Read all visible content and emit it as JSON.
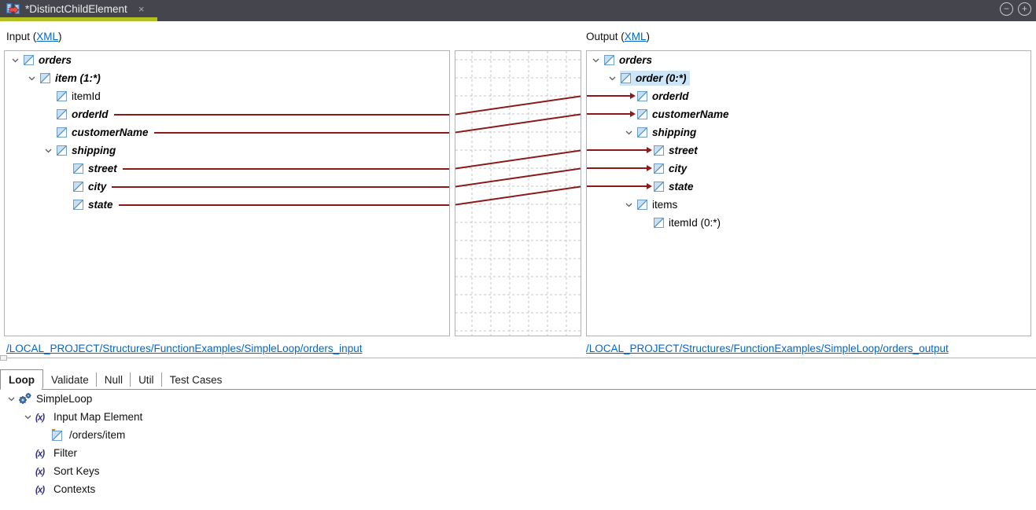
{
  "editor_tab": {
    "title": "*DistinctChildElement",
    "close": "×"
  },
  "window_controls": {
    "minimize": "−",
    "maximize": "+"
  },
  "input_header": {
    "prefix": "Input (",
    "link": "XML",
    "suffix": ")"
  },
  "output_header": {
    "prefix": "Output (",
    "link": "XML",
    "suffix": ")"
  },
  "input_schema_link": "/LOCAL_PROJECT/Structures/FunctionExamples/SimpleLoop/orders_input",
  "output_schema_link": "/LOCAL_PROJECT/Structures/FunctionExamples/SimpleLoop/orders_output",
  "input_tree": [
    {
      "label": "orders",
      "level": 0,
      "expanded": true,
      "bold": true,
      "icon": "element",
      "wire": false
    },
    {
      "label": "item (1:*)",
      "level": 1,
      "expanded": true,
      "bold": true,
      "icon": "element",
      "wire": false
    },
    {
      "label": "itemId",
      "level": 2,
      "expanded": false,
      "bold": false,
      "icon": "element",
      "wire": false
    },
    {
      "label": "orderId",
      "level": 2,
      "expanded": false,
      "bold": true,
      "icon": "element",
      "wire": true
    },
    {
      "label": "customerName",
      "level": 2,
      "expanded": false,
      "bold": true,
      "icon": "element",
      "wire": true
    },
    {
      "label": "shipping",
      "level": 2,
      "expanded": true,
      "bold": true,
      "icon": "element",
      "wire": false
    },
    {
      "label": "street",
      "level": 3,
      "expanded": false,
      "bold": true,
      "icon": "element",
      "wire": true
    },
    {
      "label": "city",
      "level": 3,
      "expanded": false,
      "bold": true,
      "icon": "element",
      "wire": true
    },
    {
      "label": "state",
      "level": 3,
      "expanded": false,
      "bold": true,
      "icon": "element",
      "wire": true
    }
  ],
  "output_tree": [
    {
      "label": "orders",
      "level": 0,
      "expanded": true,
      "bold": true,
      "icon": "element",
      "arrow": false,
      "selected": false
    },
    {
      "label": "order (0:*)",
      "level": 1,
      "expanded": true,
      "bold": true,
      "icon": "element",
      "arrow": false,
      "selected": true
    },
    {
      "label": "orderId",
      "level": 2,
      "expanded": false,
      "bold": true,
      "icon": "element",
      "arrow": true,
      "selected": false
    },
    {
      "label": "customerName",
      "level": 2,
      "expanded": false,
      "bold": true,
      "icon": "element",
      "arrow": true,
      "selected": false
    },
    {
      "label": "shipping",
      "level": 2,
      "expanded": true,
      "bold": true,
      "icon": "element",
      "arrow": false,
      "selected": false
    },
    {
      "label": "street",
      "level": 3,
      "expanded": false,
      "bold": true,
      "icon": "element",
      "arrow": true,
      "selected": false
    },
    {
      "label": "city",
      "level": 3,
      "expanded": false,
      "bold": true,
      "icon": "element",
      "arrow": true,
      "selected": false
    },
    {
      "label": "state",
      "level": 3,
      "expanded": false,
      "bold": true,
      "icon": "element",
      "arrow": true,
      "selected": false
    },
    {
      "label": "items",
      "level": 2,
      "expanded": true,
      "bold": false,
      "icon": "element",
      "arrow": false,
      "selected": false
    },
    {
      "label": "itemId (0:*)",
      "level": 3,
      "expanded": false,
      "bold": false,
      "icon": "element",
      "arrow": false,
      "selected": false
    }
  ],
  "mappings": [
    {
      "source": "orderId",
      "target": "orderId",
      "source_row": 3,
      "target_row": 2
    },
    {
      "source": "customerName",
      "target": "customerName",
      "source_row": 4,
      "target_row": 3
    },
    {
      "source": "street",
      "target": "street",
      "source_row": 6,
      "target_row": 5
    },
    {
      "source": "city",
      "target": "city",
      "source_row": 7,
      "target_row": 6
    },
    {
      "source": "state",
      "target": "state",
      "source_row": 8,
      "target_row": 7
    }
  ],
  "bottom_tabs": [
    {
      "label": "Loop",
      "active": true
    },
    {
      "label": "Validate",
      "active": false
    },
    {
      "label": "Null",
      "active": false
    },
    {
      "label": "Util",
      "active": false
    },
    {
      "label": "Test Cases",
      "active": false
    }
  ],
  "transform_tree": [
    {
      "label": "SimpleLoop",
      "level": 0,
      "expanded": true,
      "icon": "gears"
    },
    {
      "label": "Input Map Element",
      "level": 1,
      "expanded": true,
      "icon": "fx"
    },
    {
      "label": "/orders/item",
      "level": 2,
      "expanded": false,
      "icon": "element-ref"
    },
    {
      "label": "Filter",
      "level": 1,
      "expanded": false,
      "icon": "fx"
    },
    {
      "label": "Sort Keys",
      "level": 1,
      "expanded": false,
      "icon": "fx"
    },
    {
      "label": "Contexts",
      "level": 1,
      "expanded": false,
      "icon": "fx"
    }
  ],
  "colors": {
    "wire": "#8b1a1a",
    "selection": "#cce5f7",
    "tab_bar": "#45454d",
    "active_tab_strip": "#b2c022",
    "link": "#0066cc",
    "grid": "#c6c6c6"
  }
}
